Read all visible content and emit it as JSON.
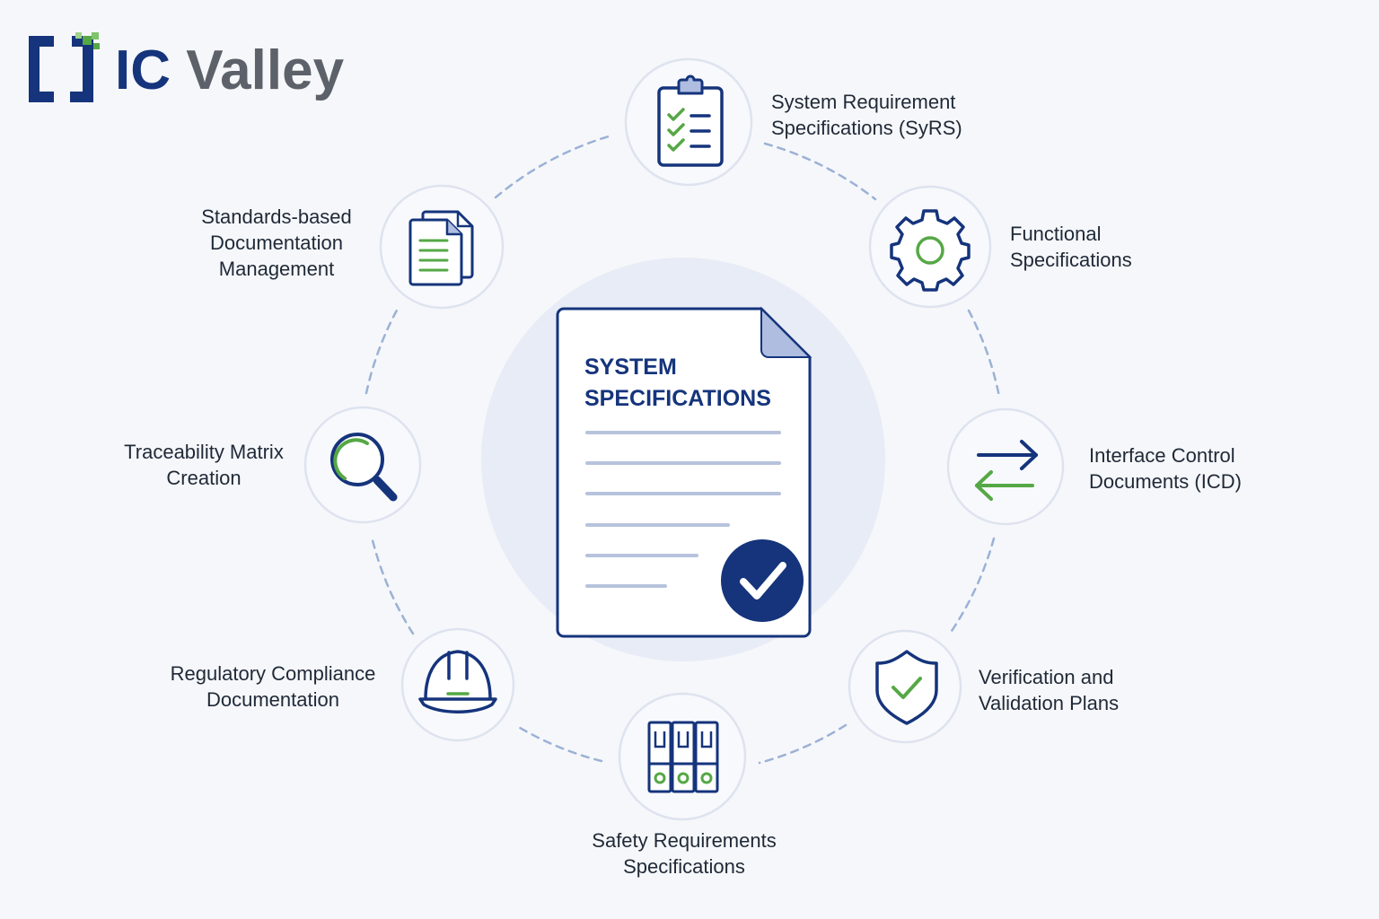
{
  "brand": {
    "name_part1": "IC",
    "name_part2": "Valley",
    "colors": {
      "navy": "#15347c",
      "gray": "#5d6169",
      "green": "#55a845"
    }
  },
  "center_document": {
    "title_line1": "SYSTEM",
    "title_line2": "SPECIFICATIONS",
    "badge": "check-icon"
  },
  "nodes": [
    {
      "id": "syrs",
      "icon": "clipboard-checklist-icon",
      "label_lines": [
        "System Requirement",
        "Specifications (SyRS)"
      ]
    },
    {
      "id": "functional",
      "icon": "gear-icon",
      "label_lines": [
        "Functional",
        "Specifications"
      ]
    },
    {
      "id": "icd",
      "icon": "arrows-exchange-icon",
      "label_lines": [
        "Interface Control",
        "Documents (ICD)"
      ]
    },
    {
      "id": "vv",
      "icon": "shield-check-icon",
      "label_lines": [
        "Verification and",
        "Validation Plans"
      ]
    },
    {
      "id": "safety",
      "icon": "binders-icon",
      "label_lines": [
        "Safety Requirements",
        "Specifications"
      ]
    },
    {
      "id": "regulatory",
      "icon": "hard-hat-icon",
      "label_lines": [
        "Regulatory Compliance",
        "Documentation"
      ]
    },
    {
      "id": "traceability",
      "icon": "magnifier-icon",
      "label_lines": [
        "Traceability Matrix",
        "Creation"
      ]
    },
    {
      "id": "standards",
      "icon": "documents-stack-icon",
      "label_lines": [
        "Standards-based",
        "Documentation",
        "Management"
      ]
    }
  ],
  "colors": {
    "background": "#f6f7fa",
    "navy": "#15347c",
    "green": "#55a845",
    "halo": "#e8ecf6",
    "ring_dash": "#9bb1d6",
    "node_border": "#dde3ef",
    "doc_lines": "#b7c3dc",
    "doc_fold": "#aebde0"
  }
}
